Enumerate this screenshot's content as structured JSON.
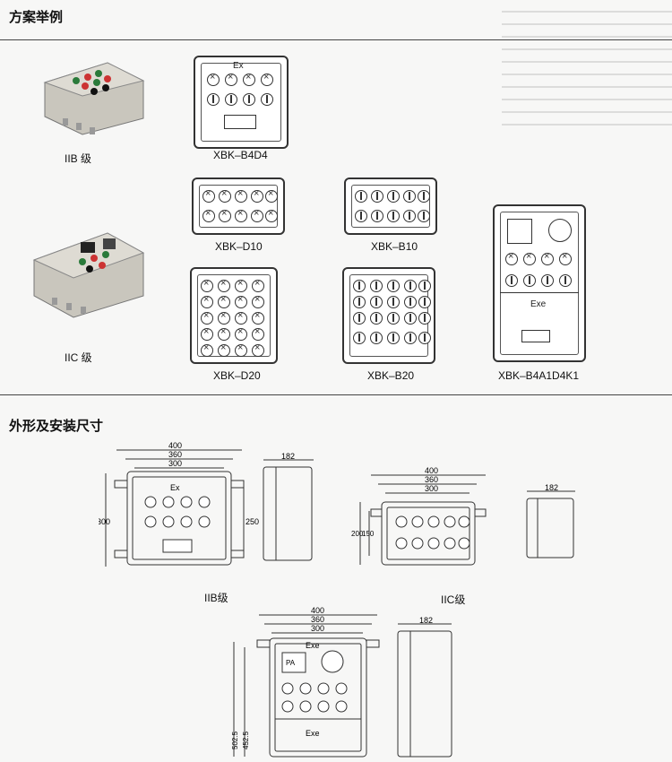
{
  "section1": {
    "title": "方案举例"
  },
  "section2": {
    "title": "外形及安装尺寸"
  },
  "examples": {
    "photo_iib_label": "IIB 级",
    "photo_iic_label": "IIC 级",
    "xbk_b4d4": {
      "label": "XBK–B4D4",
      "marking": "Ex"
    },
    "xbk_d10": {
      "label": "XBK–D10"
    },
    "xbk_b10": {
      "label": "XBK–B10"
    },
    "xbk_d20": {
      "label": "XBK–D20"
    },
    "xbk_b20": {
      "label": "XBK–B20"
    },
    "xbk_b4a1d4k1": {
      "label": "XBK–B4A1D4K1",
      "marking": "Exe"
    }
  },
  "dimensions": {
    "iib": {
      "label": "IIB级",
      "marking": "Ex",
      "d400": "400",
      "d360": "360",
      "d300": "300",
      "h300": "300",
      "h250": "250",
      "side182": "182"
    },
    "iic": {
      "label": "IIC级",
      "d400": "400",
      "d360": "360",
      "d300": "300",
      "h200": "200",
      "h150": "150",
      "side182": "182"
    },
    "bottom": {
      "marking_top": "Exe",
      "marking_bottom": "Exe",
      "pa": "PA",
      "d400": "400",
      "d360": "360",
      "d300": "300",
      "h5025": "502.5",
      "h4525": "452.5",
      "side182": "182"
    }
  }
}
